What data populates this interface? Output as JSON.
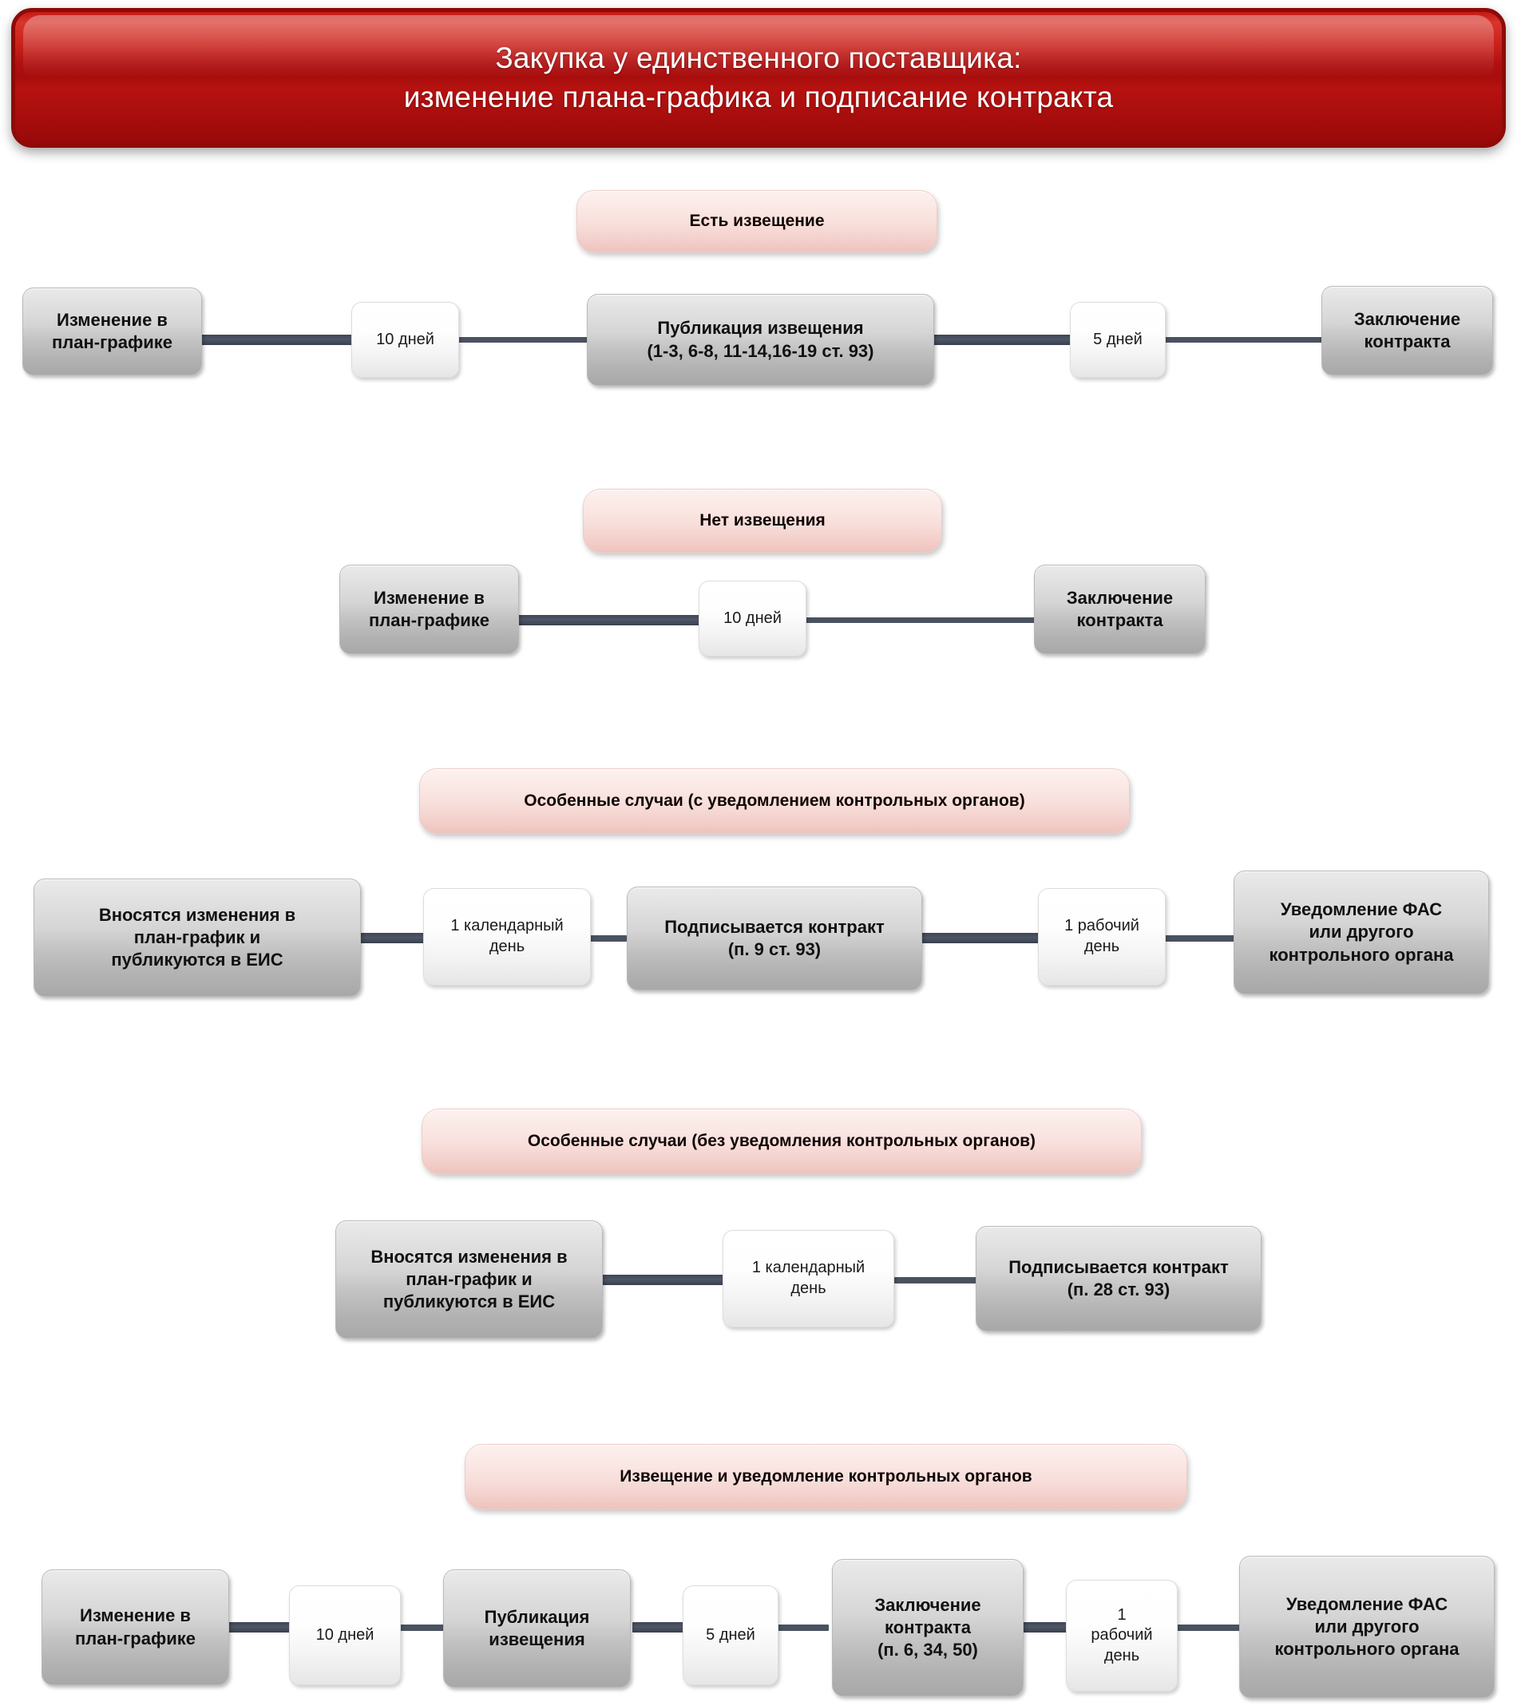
{
  "header": {
    "title_line1": "Закупка у единственного поставщика:",
    "title_line2": "изменение плана-графика и подписание контракта",
    "bg_color": "#b51210",
    "text_color": "#ffffff"
  },
  "palette": {
    "gray_box": "#cfcfcf",
    "white_chip": "#ffffff",
    "pink_label": "#f8e0dc",
    "connector": "#4a5260"
  },
  "sections": [
    {
      "id": "est-izveshchenie",
      "label": "Есть извещение",
      "nodes": [
        {
          "id": "s1-n1",
          "kind": "gray",
          "text": "Изменение в\nплан-графике"
        },
        {
          "id": "s1-d1",
          "kind": "white",
          "text": "10 дней"
        },
        {
          "id": "s1-n2",
          "kind": "gray",
          "text": "Публикация извещения\n(1-3, 6-8, 11-14,16-19 ст. 93)"
        },
        {
          "id": "s1-d2",
          "kind": "white",
          "text": "5 дней"
        },
        {
          "id": "s1-n3",
          "kind": "gray",
          "text": "Заключение\nконтракта"
        }
      ]
    },
    {
      "id": "net-izveshcheniya",
      "label": "Нет извещения",
      "nodes": [
        {
          "id": "s2-n1",
          "kind": "gray",
          "text": "Изменение в\nплан-графике"
        },
        {
          "id": "s2-d1",
          "kind": "white",
          "text": "10 дней"
        },
        {
          "id": "s2-n2",
          "kind": "gray",
          "text": "Заключение\nконтракта"
        }
      ]
    },
    {
      "id": "osobennye-s-uvedomleniem",
      "label": "Особенные случаи (с уведомлением контрольных органов)",
      "nodes": [
        {
          "id": "s3-n1",
          "kind": "gray",
          "text": "Вносятся изменения в\nплан-график и\nпубликуются в ЕИС"
        },
        {
          "id": "s3-d1",
          "kind": "white",
          "text": "1 календарный\nдень"
        },
        {
          "id": "s3-n2",
          "kind": "gray",
          "text": "Подписывается контракт\n(п. 9 ст. 93)"
        },
        {
          "id": "s3-d2",
          "kind": "white",
          "text": "1 рабочий\nдень"
        },
        {
          "id": "s3-n3",
          "kind": "gray",
          "text": "Уведомление ФАС\nили другого\nконтрольного органа"
        }
      ]
    },
    {
      "id": "osobennye-bez-uvedomleniya",
      "label": "Особенные случаи (без уведомления контрольных органов)",
      "nodes": [
        {
          "id": "s4-n1",
          "kind": "gray",
          "text": "Вносятся изменения в\nплан-график и\nпубликуются в ЕИС"
        },
        {
          "id": "s4-d1",
          "kind": "white",
          "text": "1 календарный\nдень"
        },
        {
          "id": "s4-n2",
          "kind": "gray",
          "text": "Подписывается контракт\n(п. 28 ст. 93)"
        }
      ]
    },
    {
      "id": "izveshchenie-i-uvedomlenie",
      "label": "Извещение и  уведомление контрольных органов",
      "nodes": [
        {
          "id": "s5-n1",
          "kind": "gray",
          "text": "Изменение в\nплан-графике"
        },
        {
          "id": "s5-d1",
          "kind": "white",
          "text": "10 дней"
        },
        {
          "id": "s5-n2",
          "kind": "gray",
          "text": "Публикация\nизвещения"
        },
        {
          "id": "s5-d2",
          "kind": "white",
          "text": "5 дней"
        },
        {
          "id": "s5-n3",
          "kind": "gray",
          "text": "Заключение\nконтракта\n(п. 6, 34, 50)"
        },
        {
          "id": "s5-d3",
          "kind": "white",
          "text": "1\nрабочий\nдень"
        },
        {
          "id": "s5-n4",
          "kind": "gray",
          "text": "Уведомление ФАС\nили другого\nконтрольного органа"
        }
      ]
    }
  ]
}
